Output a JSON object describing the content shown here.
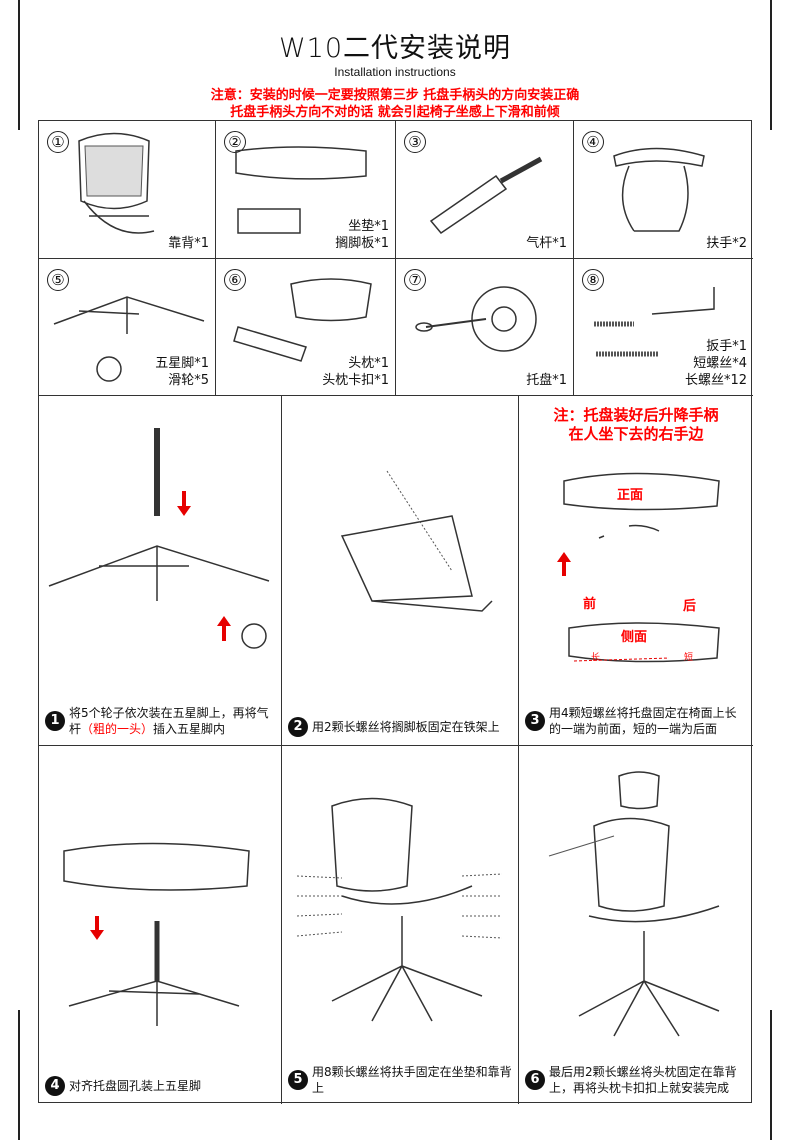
{
  "header": {
    "title": "W10二代安装说明",
    "subtitle": "Installation instructions",
    "warning_1": "注意：安装的时候一定要按照第三步 托盘手柄头的方向安装正确",
    "warning_2": "托盘手柄头方向不对的话 就会引起椅子坐感上下滑和前倾"
  },
  "parts": [
    {
      "num": "①",
      "lines": [
        "靠背*1"
      ]
    },
    {
      "num": "②",
      "lines": [
        "坐垫*1",
        "搁脚板*1"
      ]
    },
    {
      "num": "③",
      "lines": [
        "气杆*1"
      ]
    },
    {
      "num": "④",
      "lines": [
        "扶手*2"
      ]
    },
    {
      "num": "⑤",
      "lines": [
        "五星脚*1",
        "滑轮*5"
      ]
    },
    {
      "num": "⑥",
      "lines": [
        "头枕*1",
        "头枕卡扣*1"
      ]
    },
    {
      "num": "⑦",
      "lines": [
        "托盘*1"
      ]
    },
    {
      "num": "⑧",
      "lines": [
        "扳手*1",
        "短螺丝*4",
        "长螺丝*12"
      ]
    }
  ],
  "step3_note": {
    "line1": "注：托盘装好后升降手柄",
    "line2": "在人坐下去的右手边",
    "top_label": "正面",
    "front": "前",
    "back": "后",
    "side_label": "侧面",
    "long": "长",
    "short": "短"
  },
  "steps": [
    {
      "num": "1",
      "text_a": "将5个轮子依次装在五星脚上，再将气杆",
      "text_red": "（粗的一头）",
      "text_b": "插入五星脚内"
    },
    {
      "num": "2",
      "text": "用2颗长螺丝将搁脚板固定在铁架上"
    },
    {
      "num": "3",
      "text": "用4颗短螺丝将托盘固定在椅面上长的一端为前面，短的一端为后面"
    },
    {
      "num": "4",
      "text": "对齐托盘圆孔装上五星脚"
    },
    {
      "num": "5",
      "text": "用8颗长螺丝将扶手固定在坐垫和靠背上"
    },
    {
      "num": "6",
      "text": "最后用2颗长螺丝将头枕固定在靠背上，再将头枕卡扣扣上就安装完成"
    }
  ],
  "colors": {
    "warning": "#ff0000",
    "arrow": "#e60000"
  }
}
